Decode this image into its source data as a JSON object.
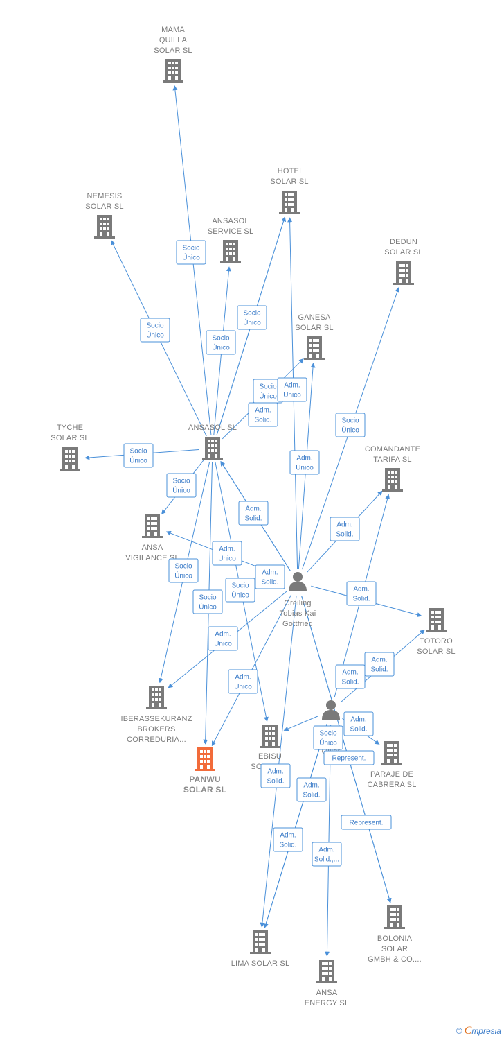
{
  "colors": {
    "edge": "#4a90d9",
    "building": "#7a7a7a",
    "focus_building": "#f26b3a",
    "person": "#7a7a7a"
  },
  "nodes": [
    {
      "id": "mama",
      "type": "company",
      "label": [
        "MAMA",
        "QUILLA",
        "SOLAR  SL"
      ]
    },
    {
      "id": "hotei",
      "type": "company",
      "label": [
        "HOTEI",
        "SOLAR  SL"
      ]
    },
    {
      "id": "nemesis",
      "type": "company",
      "label": [
        "NEMESIS",
        "SOLAR  SL"
      ]
    },
    {
      "id": "ansasol_service",
      "type": "company",
      "label": [
        "ANSASOL",
        "SERVICE  SL"
      ]
    },
    {
      "id": "dedun",
      "type": "company",
      "label": [
        "DEDUN",
        "SOLAR  SL"
      ]
    },
    {
      "id": "ganesa",
      "type": "company",
      "label": [
        "GANESA",
        "SOLAR  SL"
      ]
    },
    {
      "id": "tyche",
      "type": "company",
      "label": [
        "TYCHE",
        "SOLAR  SL"
      ]
    },
    {
      "id": "ansasol",
      "type": "company",
      "label": [
        "ANSASOL SL"
      ]
    },
    {
      "id": "comandante",
      "type": "company",
      "label": [
        "COMANDANTE",
        "TARIFA  SL"
      ]
    },
    {
      "id": "ansa_vig",
      "type": "company",
      "label": [
        "ANSA",
        "VIGILANCE  SL"
      ]
    },
    {
      "id": "greiling",
      "type": "person",
      "label": [
        "Greiling",
        "Tobias Kai",
        "Gottfried"
      ]
    },
    {
      "id": "totoro",
      "type": "company",
      "label": [
        "TOTORO",
        "SOLAR SL"
      ]
    },
    {
      "id": "iberas",
      "type": "company",
      "label": [
        "IBERASSEKURANZ",
        "BROKERS",
        "CORREDURIA..."
      ]
    },
    {
      "id": "person2",
      "type": "person",
      "label": [
        "Ollier"
      ]
    },
    {
      "id": "ebisu",
      "type": "company",
      "label": [
        "EBISU",
        "SOLAR SL"
      ]
    },
    {
      "id": "panwu",
      "type": "focus",
      "label": [
        "PANWU",
        "SOLAR  SL"
      ]
    },
    {
      "id": "paraje",
      "type": "company",
      "label": [
        "PARAJE DE",
        "CABRERA SL"
      ]
    },
    {
      "id": "bolonia",
      "type": "company",
      "label": [
        "BOLONIA",
        "SOLAR",
        "GMBH & CO...."
      ]
    },
    {
      "id": "lima",
      "type": "company",
      "label": [
        "LIMA SOLAR SL"
      ]
    },
    {
      "id": "ansa_energy",
      "type": "company",
      "label": [
        "ANSA",
        "ENERGY SL"
      ]
    }
  ],
  "relations": [
    {
      "label": [
        "Socio",
        "Único"
      ]
    },
    {
      "label": [
        "Socio",
        "Único"
      ]
    },
    {
      "label": [
        "Socio",
        "Único"
      ]
    },
    {
      "label": [
        "Socio",
        "Único"
      ]
    },
    {
      "label": [
        "Socio",
        "Único"
      ]
    },
    {
      "label": [
        "Adm.",
        "Unico"
      ]
    },
    {
      "label": [
        "Adm.",
        "Solid."
      ]
    },
    {
      "label": [
        "Socio",
        "Único"
      ]
    },
    {
      "label": [
        "Adm.",
        "Unico"
      ]
    },
    {
      "label": [
        "Socio",
        "Único"
      ]
    },
    {
      "label": [
        "Socio",
        "Único"
      ]
    },
    {
      "label": [
        "Adm.",
        "Solid."
      ]
    },
    {
      "label": [
        "Adm.",
        "Solid."
      ]
    },
    {
      "label": [
        "Adm.",
        "Unico"
      ]
    },
    {
      "label": [
        "Adm.",
        "Solid."
      ]
    },
    {
      "label": [
        "Socio",
        "Único"
      ]
    },
    {
      "label": [
        "Socio",
        "Único"
      ]
    },
    {
      "label": [
        "Socio",
        "Único"
      ]
    },
    {
      "label": [
        "Adm.",
        "Solid."
      ]
    },
    {
      "label": [
        "Adm.",
        "Unico"
      ]
    },
    {
      "label": [
        "Adm.",
        "Solid."
      ]
    },
    {
      "label": [
        "Adm.",
        "Unico"
      ]
    },
    {
      "label": [
        "Adm.",
        "Solid."
      ]
    },
    {
      "label": [
        "Adm.",
        "Solid."
      ]
    },
    {
      "label": [
        "Socio",
        "Único"
      ]
    },
    {
      "label": [
        "Represent."
      ]
    },
    {
      "label": [
        "Adm.",
        "Solid."
      ]
    },
    {
      "label": [
        "Adm.",
        "Solid."
      ]
    },
    {
      "label": [
        "Represent."
      ]
    },
    {
      "label": [
        "Adm.",
        "Solid."
      ]
    },
    {
      "label": [
        "Adm.",
        "Solid.,..."
      ]
    }
  ],
  "footer": {
    "copyright": "©",
    "brand_initial": "C",
    "brand_rest": "mpresia"
  }
}
